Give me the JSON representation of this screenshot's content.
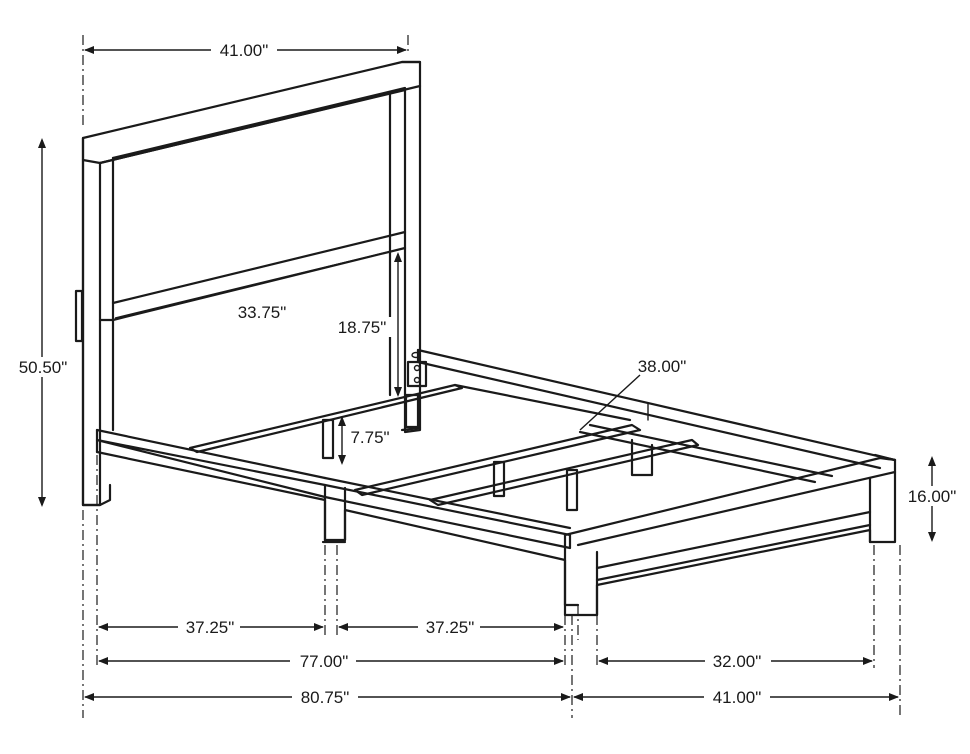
{
  "diagram": {
    "dimensions": {
      "headboard_width": "41.00\"",
      "overall_height": "50.50\"",
      "headboard_panel_width": "33.75\"",
      "headboard_panel_height": "18.75\"",
      "frame_width_inner": "38.00\"",
      "slat_support_height": "7.75\"",
      "footboard_height": "16.00\"",
      "rail_half_left": "37.25\"",
      "rail_half_right": "37.25\"",
      "rail_length": "77.00\"",
      "footboard_inner_width": "32.00\"",
      "overall_length": "80.75\"",
      "overall_width": "41.00\""
    }
  }
}
